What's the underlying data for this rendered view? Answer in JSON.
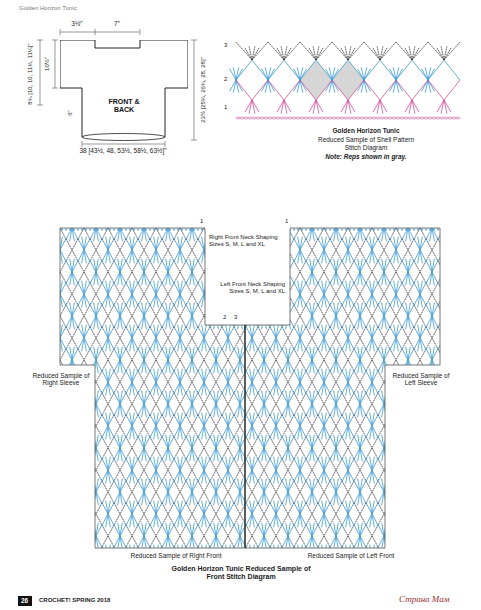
{
  "diagram": {
    "title": "Golden Horizon Tunic",
    "caption": "Golden Horizon Tunic Reduced Sample of Front Stitch Diagram",
    "nodes": [
      {
        "text": [
          "FRONT & BACK"
        ]
      },
      {
        "text": [
          "26"
        ]
      }
    ],
    "labels": [
      "3½\"",
      "7\"",
      "8¾ [10, 10, 11¼, 11¼]\"",
      "10½\"",
      "6\"",
      "23½ [25¼, 26¾, 28, 28]\"",
      "38 [43½, 48, 53½, 58½, 63½]\"",
      "3",
      "2",
      "1",
      "Golden Horizon Tunic",
      "Reduced Sample of Shell Pattern",
      "Stitch Diagram",
      "Note: Reps shown in gray.",
      "Right Front Neck Shaping Sizes S, M, L and XL",
      "Left Front Neck Shaping Sizes S, M, L and XL",
      "Reduced Sample of Right Sleeve",
      "Reduced Sample of Left Sleeve",
      "Reduced Sample of Right Front",
      "Reduced Sample of Left Front",
      "1",
      "1",
      "2",
      "3",
      "CROCHET! SPRING 2018",
      "Страна Мам"
    ]
  }
}
